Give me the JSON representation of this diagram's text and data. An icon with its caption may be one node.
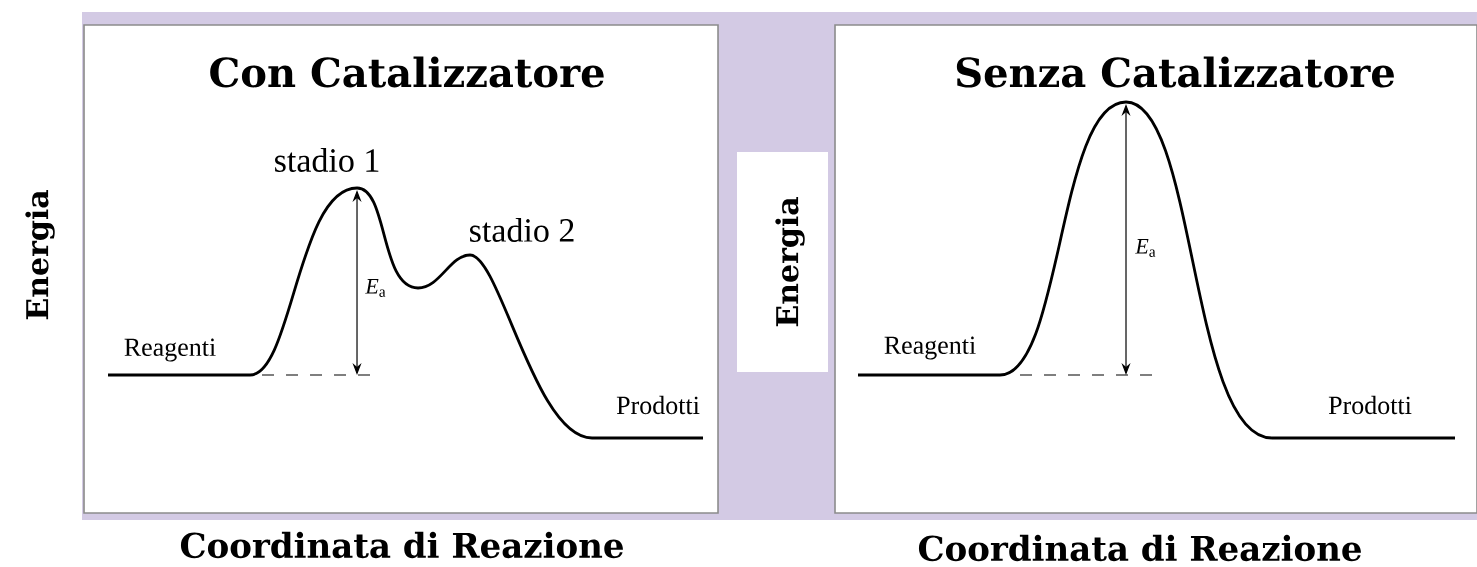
{
  "diagram": {
    "nodes": [
      {
        "text": [
          "Con Catalizzatore"
        ]
      },
      {
        "text": [
          "Senza Catalizzatore"
        ]
      }
    ],
    "labels": [
      "Energia",
      "stadio 1",
      "stadio 2",
      "*E*$_{a}$",
      "Reagenti",
      "Prodotti",
      "Coordinata di Reazione",
      "Energia",
      "*E*$_{a}$",
      "Reagenti",
      "Prodotti",
      "Coordinata di Reazione"
    ]
  }
}
